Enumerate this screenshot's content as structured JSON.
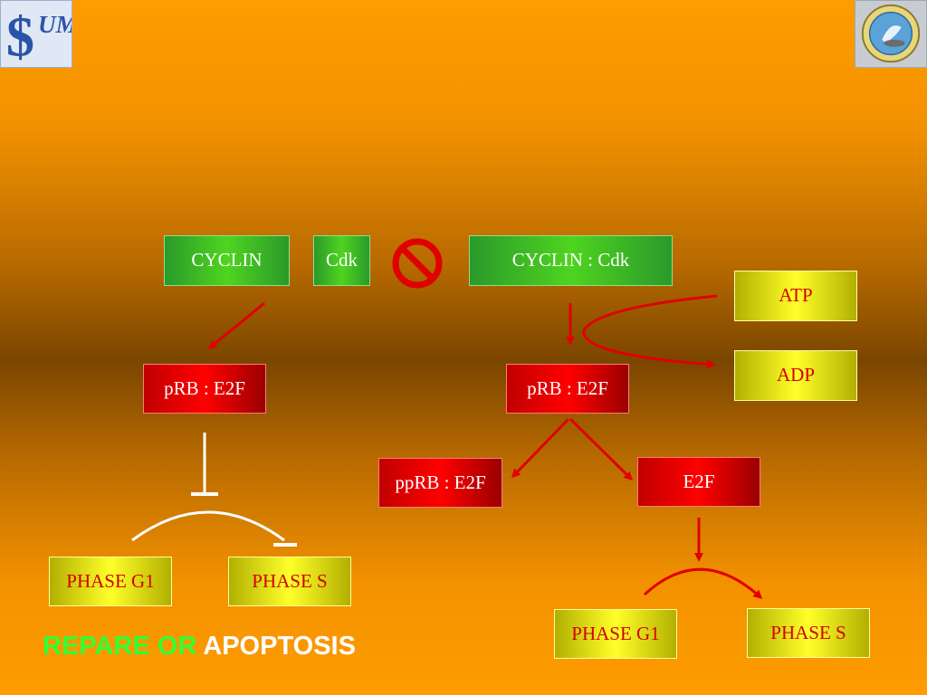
{
  "logos": {
    "left": {
      "text": "UM",
      "icon": "sum-logo-icon"
    },
    "right": {
      "icon": "university-seal-icon"
    }
  },
  "left_pathway": {
    "cyclin": "CYCLIN",
    "cdk": "Cdk",
    "complex": "pRB : E2F",
    "phase_g1": "PHASE G1",
    "phase_s": "PHASE S"
  },
  "right_pathway": {
    "complex": "CYCLIN : Cdk",
    "atp": "ATP",
    "adp": "ADP",
    "prb": "pRB : E2F",
    "pprb": "ppRB : E2F",
    "e2f": "E2F",
    "phase_g1": "PHASE G1",
    "phase_s": "PHASE S"
  },
  "inhibition_icon": "no-symbol-icon",
  "caption": {
    "repare": "REPARE",
    "or": "OR",
    "apoptosis": "APOPTOSIS"
  },
  "colors": {
    "arrow": "#e00000",
    "inhibitor_line": "#ffffff",
    "green_text": "#33ff33"
  }
}
